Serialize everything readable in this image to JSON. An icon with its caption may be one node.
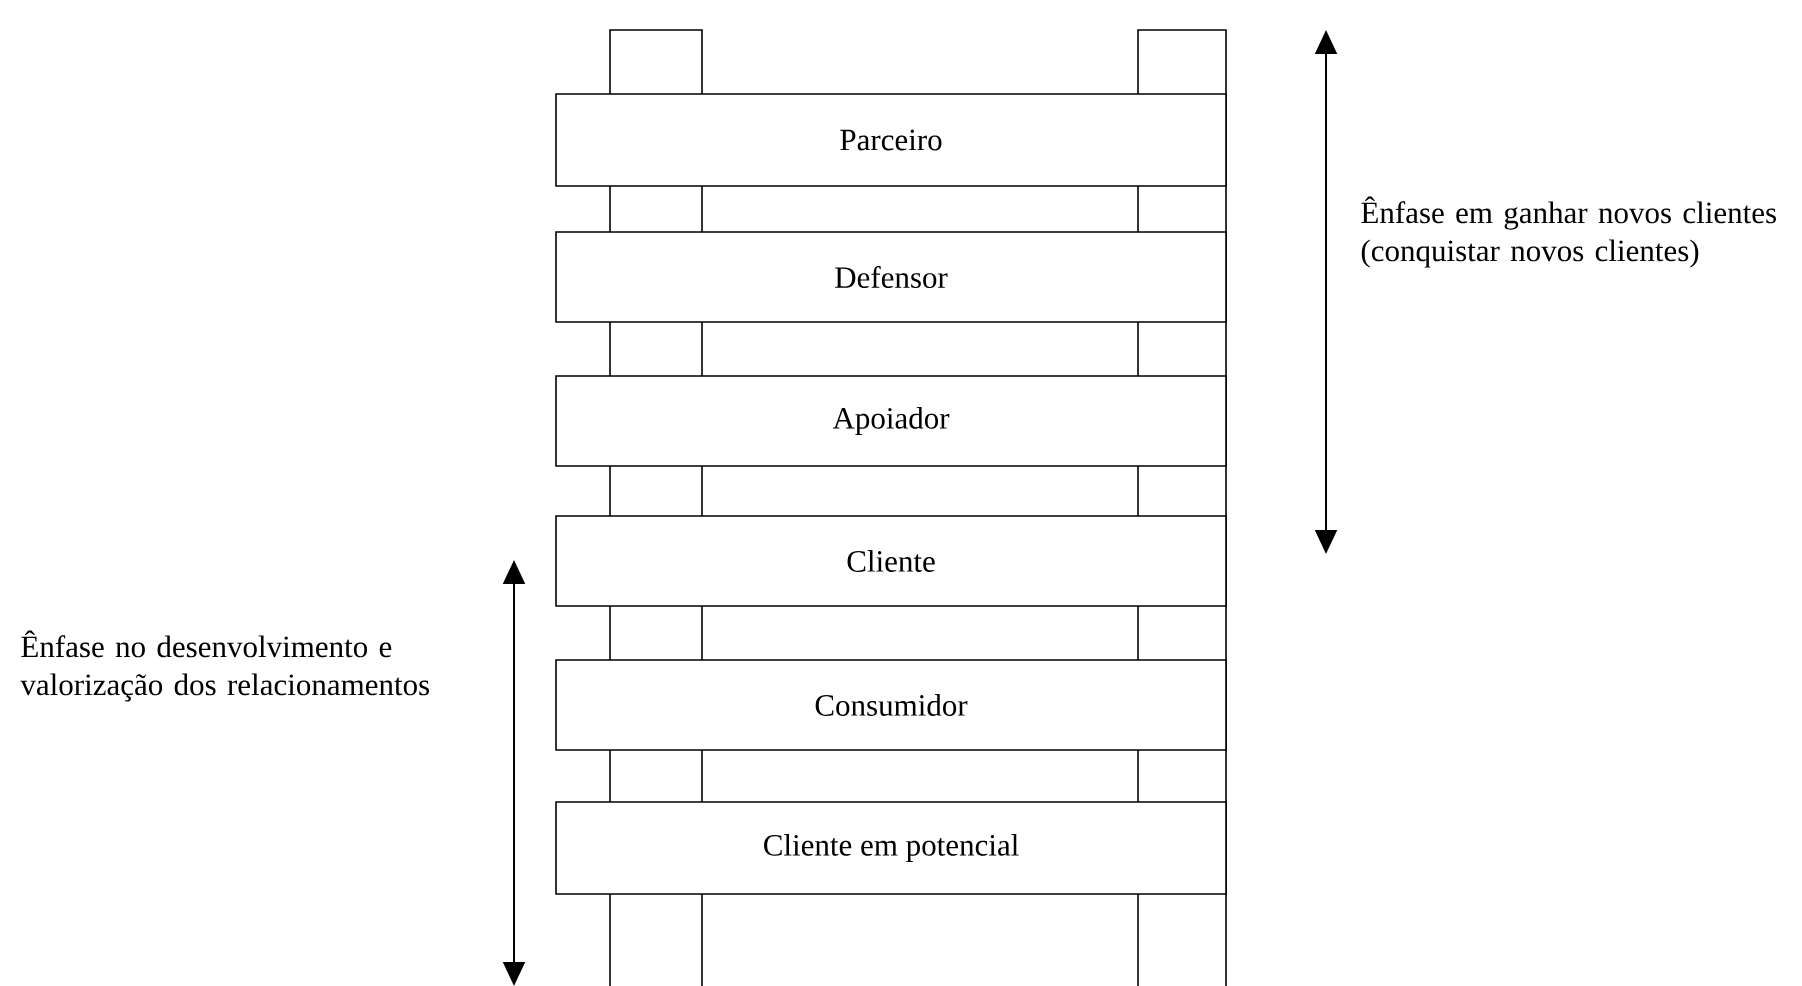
{
  "diagram": {
    "nodes": [
      {
        "text": [
          "Parceiro"
        ]
      },
      {
        "text": [
          "Defensor"
        ]
      },
      {
        "text": [
          "Apoiador"
        ]
      },
      {
        "text": [
          "Cliente"
        ]
      },
      {
        "text": [
          "Consumidor"
        ]
      },
      {
        "text": [
          "Cliente em potencial"
        ]
      }
    ],
    "labels": [
      "Ênfase em ganhar novos clientes (conquistar novos clientes)",
      "Ênfase no desenvolvimento e valorização dos relacionamentos"
    ]
  }
}
